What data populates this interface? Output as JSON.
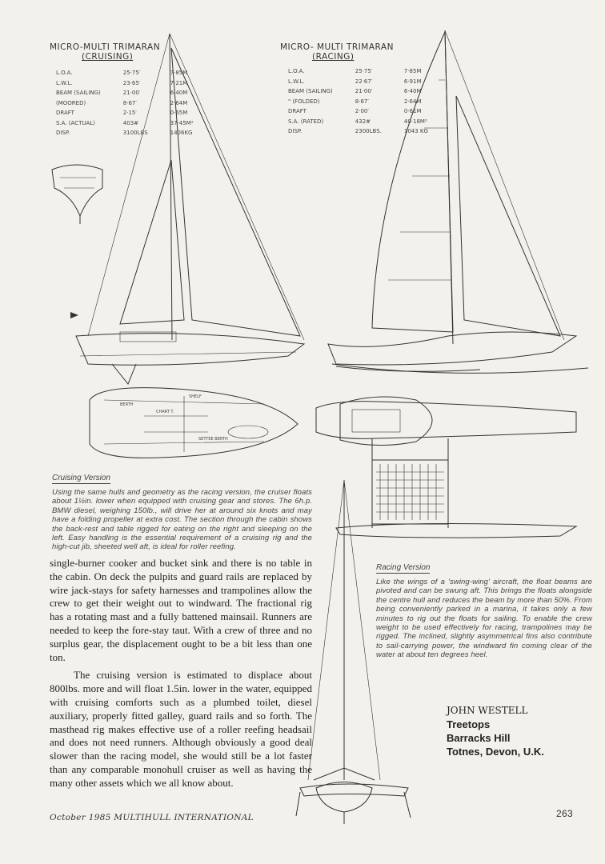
{
  "cruising": {
    "title": "MICRO-MULTI  TRIMARAN",
    "subtitle": "(CRUISING)",
    "specs": [
      {
        "label": "L.O.A.",
        "imperial": "25·75′",
        "metric": "7·85M"
      },
      {
        "label": "L.W.L.",
        "imperial": "23·65′",
        "metric": "7·21M"
      },
      {
        "label": "BEAM (SAILING)",
        "imperial": "21·00′",
        "metric": "6·40M"
      },
      {
        "label": "(MOORED)",
        "imperial": "8·67′",
        "metric": "2·64M"
      },
      {
        "label": "DRAFT",
        "imperial": "2·15′",
        "metric": "0·65M"
      },
      {
        "label": "S.A. (ACTUAL)",
        "imperial": "403#",
        "metric": "37·45M²"
      },
      {
        "label": "DISP.",
        "imperial": "3100LBS",
        "metric": "1406KG"
      }
    ],
    "caption_heading": "Cruising Version",
    "caption": "Using the same hulls and geometry as the racing version, the cruiser floats about 1½in. lower when equipped with cruising gear and stores. The 6h.p. BMW diesel, weighing 150lb., will drive her at around six knots and may have a folding propeller at extra cost. The section through the cabin shows the back-rest and table rigged for eating on the right and sleeping on the left. Easy handling is the essential requirement of a cruising rig and the high-cut jib, sheeted well aft, is ideal for roller reefing."
  },
  "racing": {
    "title": "MICRO- MULTI  TRIMARAN",
    "subtitle": "(RACING)",
    "specs": [
      {
        "label": "L.O.A.",
        "imperial": "25·75′",
        "metric": "7·85M"
      },
      {
        "label": "L.W.L.",
        "imperial": "22·67′",
        "metric": "6·91M"
      },
      {
        "label": "BEAM (SAILING)",
        "imperial": "21·00′",
        "metric": "6·40M"
      },
      {
        "label": "\" (FOLDED)",
        "imperial": "8·67′",
        "metric": "2·64M"
      },
      {
        "label": "DRAFT",
        "imperial": "2·00′",
        "metric": "0·61M"
      },
      {
        "label": "S.A. (RATED)",
        "imperial": "432#",
        "metric": "40·18M²"
      },
      {
        "label": "DISP.",
        "imperial": "2300LBS.",
        "metric": "1043 KG"
      }
    ],
    "caption_heading": "Racing Version",
    "caption": "Like the wings of a 'swing-wing' aircraft, the float beams are pivoted and can be swung aft. This brings the floats alongside the centre hull and reduces the beam by more than 50%. From being conveniently parked in a marina, it takes only a few minutes to rig out the floats for sailing. To enable the crew weight to be used effectively for racing, trampolines may be rigged. The inclined, slightly asymmetrical fins also contribute to sail-carrying power, the windward fin coming clear of the water at about ten degrees heel."
  },
  "plan_labels": {
    "shelf": "SHELF",
    "berth": "BERTH",
    "chart": "CHART T.",
    "settee": "SETTEE BERTH"
  },
  "body": {
    "para1": "single-burner cooker and bucket sink and there is no table in the cabin. On deck the pulpits and guard rails are replaced by wire jack-stays for safety harnesses and trampolines allow the crew to get their weight out to windward. The fractional rig has a rotating mast and a fully battened mainsail. Runners are needed to keep the fore-stay taut. With a crew of three and no surplus gear, the displacement ought to be a bit less than one ton.",
    "para2": "The cruising version is estimated to displace about 800lbs. more and will float 1.5in. lower in the water, equipped with cruising comforts such as a plumbed toilet, diesel auxiliary, properly fitted galley, guard rails and so forth. The masthead rig makes effective use of a roller reefing headsail and does not need runners. Although obviously a good deal slower than the racing model, she would still be a lot faster than any comparable monohull cruiser as well as having the many other assets which we all know about."
  },
  "author": {
    "name": "JOHN WESTELL",
    "line1": "Treetops",
    "line2": "Barracks Hill",
    "line3": "Totnes, Devon, U.K."
  },
  "footer": {
    "issue": "October 1985 MULTIHULL INTERNATIONAL",
    "page": "263"
  }
}
